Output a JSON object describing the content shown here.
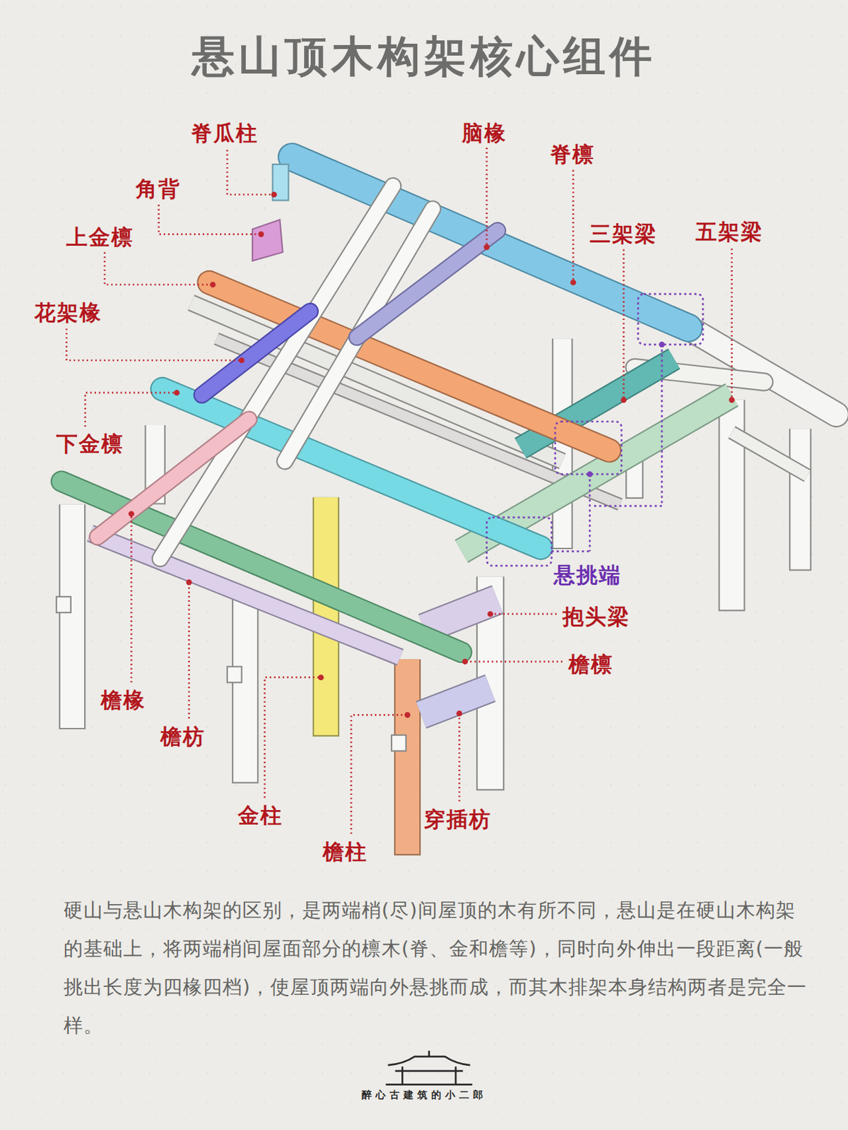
{
  "diagram": {
    "title": "悬山顶木构架核心组件",
    "caption": "硬山与悬山木构架的区别，是两端梢(尽)间屋顶的木有所不同，悬山是在硬山木构架的基础上，将两端梢间屋面部分的檩木(脊、金和檐等)，同时向外伸出一段距离(一般挑出长度为四椽四档)，使屋顶两端向外悬挑而成，而其木排架本身结构两者是完全一样。",
    "labels": [
      "脊瓜柱",
      "脑椽",
      "脊檩",
      "角背",
      "上金檩",
      "三架梁",
      "五架梁",
      "花架椽",
      "下金檩",
      "悬挑端",
      "抱头梁",
      "檐檩",
      "檐椽",
      "檐枋",
      "金柱",
      "穿插枋",
      "檐柱",
      "醉心古建筑的小二郎"
    ]
  }
}
